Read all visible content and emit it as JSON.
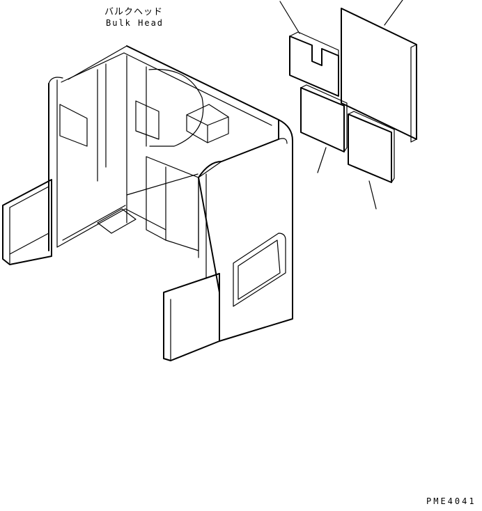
{
  "labels": {
    "title_jp": "バルクヘッド",
    "title_en": "Bulk Head",
    "drawing_id": "PME4041"
  }
}
